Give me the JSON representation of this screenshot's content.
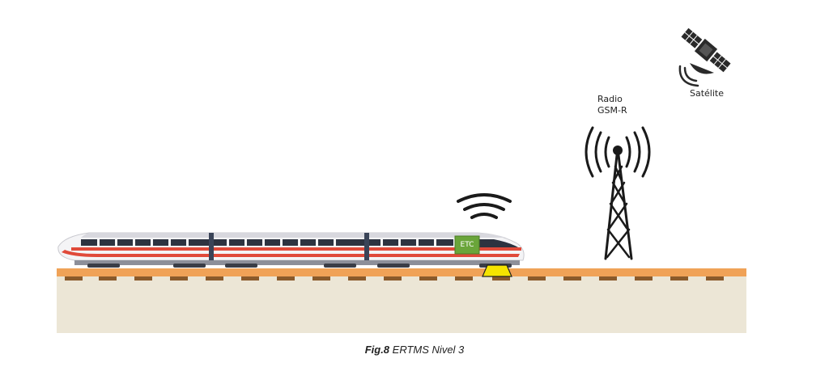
{
  "labels": {
    "radio_line1": "Radio",
    "radio_line2": "GSM-R",
    "satellite": "Satélite",
    "etc": "ETC"
  },
  "caption": {
    "figure": "Fig.8",
    "text": "ERTMS Nivel 3"
  },
  "icons": {
    "train": "train-icon",
    "etc_box": "etc-unit-icon",
    "balise": "balise-icon",
    "wifi": "wireless-signal-icon",
    "tower": "radio-tower-icon",
    "satellite": "satellite-icon"
  },
  "colors": {
    "ground": "#ece6d6",
    "rail": "#f0a257",
    "sleeper": "#8a5a2b",
    "train_stripe": "#e04a3a",
    "etc_box": "#6aa53a",
    "balise": "#f5e400",
    "tower": "#1a1a1a"
  }
}
